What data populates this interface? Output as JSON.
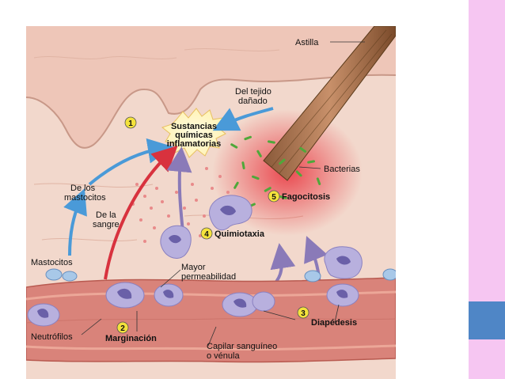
{
  "slide": {
    "accent_strip_color": "#f6c6f2",
    "accent_block_color": "#4f86c6"
  },
  "diagram": {
    "labels": {
      "splinter": "Astilla",
      "from_damaged_tissue_1": "Del tejido",
      "from_damaged_tissue_2": "dañado",
      "chemicals_1": "Sustancias",
      "chemicals_2": "químicas",
      "chemicals_3": "inflamatorias",
      "bacteria": "Bacterias",
      "from_mast_cells_1": "De los",
      "from_mast_cells_2": "mastocitos",
      "from_blood_1": "De la",
      "from_blood_2": "sangre",
      "phagocytosis": "Fagocitosis",
      "chemotaxis": "Quimiotaxia",
      "mast_cells": "Mastocitos",
      "permeability_1": "Mayor",
      "permeability_2": "permeabilidad",
      "diapedesis": "Diapédesis",
      "neutrophils": "Neutrófilos",
      "margination": "Marginación",
      "capillary_1": "Capilar sanguíneo",
      "capillary_2": "o vénula"
    },
    "steps": [
      "1",
      "2",
      "3",
      "4",
      "5"
    ],
    "colors": {
      "skin": "#eec6b8",
      "tissue": "#f2d8cc",
      "vessel": "#d9837a",
      "chemical_arrow_blue": "#4a9ad8",
      "blood_arrow_red": "#d8323e",
      "cell_arrow_purple": "#8a7ab8",
      "cell": "#b8b0de",
      "nucleus": "#6a60a8",
      "bacteria": "#4fa83a",
      "badge": "#f4e23c"
    }
  }
}
